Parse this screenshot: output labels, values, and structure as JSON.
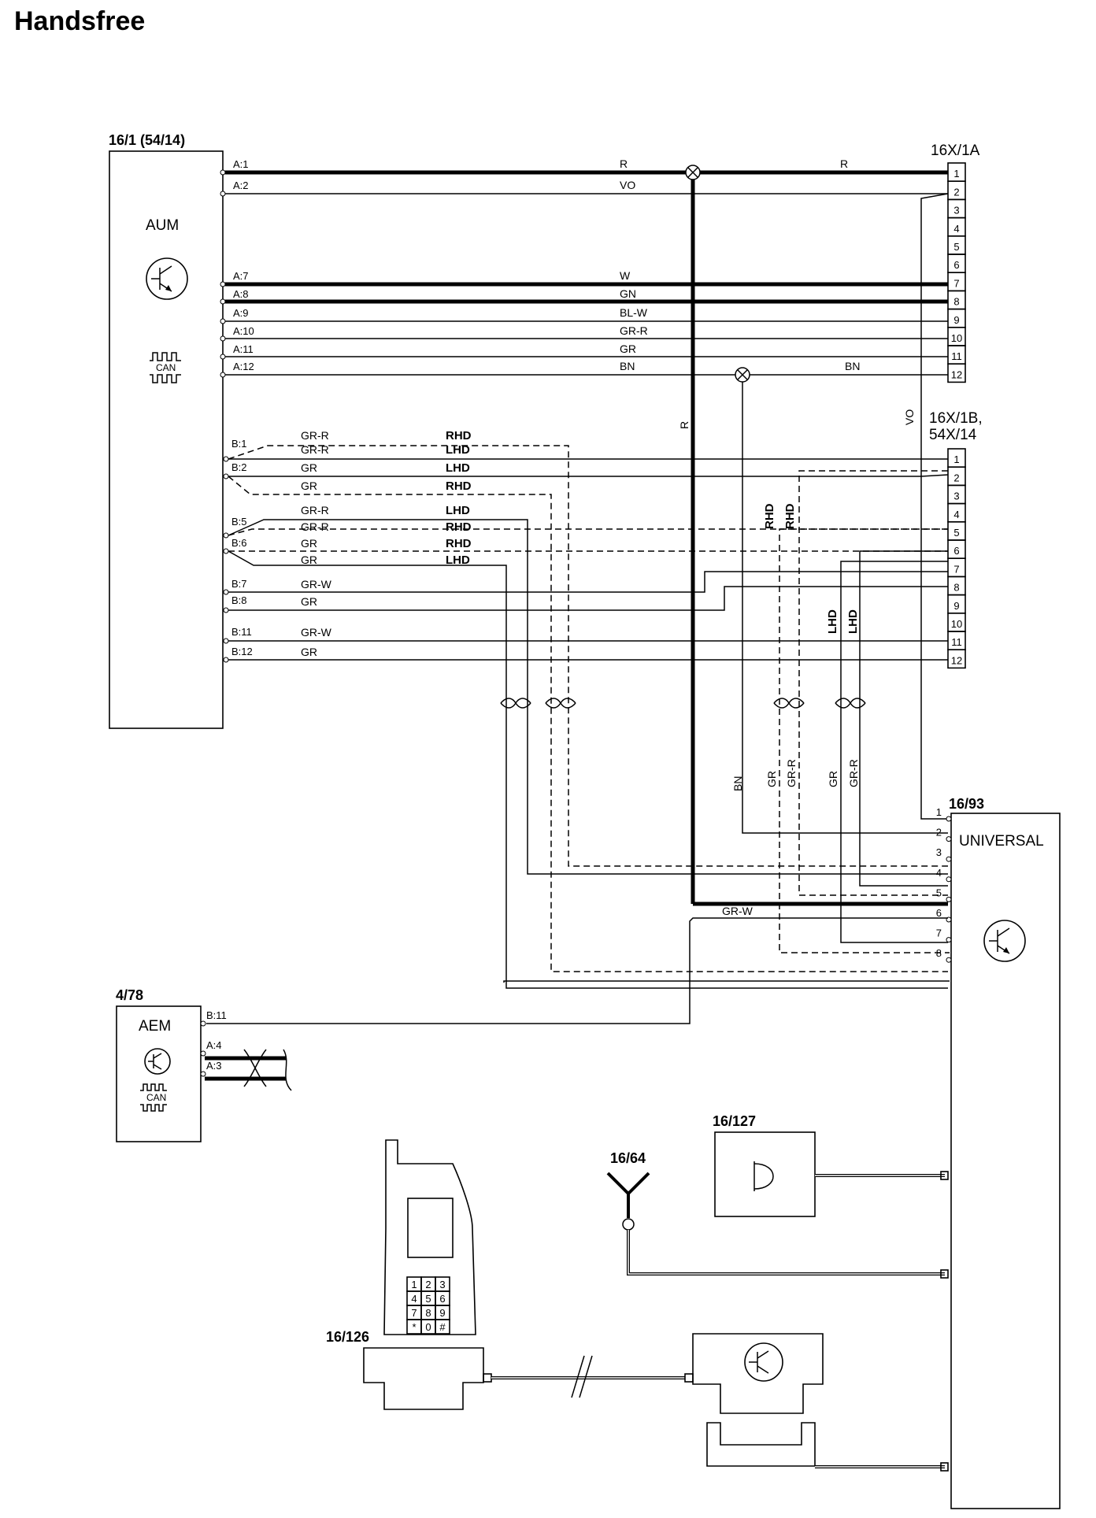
{
  "title": "Handsfree",
  "components": {
    "aum": {
      "id": "16/1 (54/14)",
      "name": "AUM",
      "can": "CAN"
    },
    "c1a": {
      "id": "16X/1A"
    },
    "c1b": {
      "id_line1": "16X/1B,",
      "id_line2": "54X/14"
    },
    "universal": {
      "id": "16/93",
      "name": "UNIVERSAL"
    },
    "aem": {
      "id": "4/78",
      "name": "AEM",
      "can": "CAN"
    },
    "mic": {
      "id": "16/127"
    },
    "antenna": {
      "id": "16/64"
    },
    "phone": {
      "id": "16/126",
      "keys": [
        "1",
        "2",
        "3",
        "4",
        "5",
        "6",
        "7",
        "8",
        "9",
        "*",
        "0",
        "#"
      ]
    }
  },
  "pins_1a": [
    "1",
    "2",
    "3",
    "4",
    "5",
    "6",
    "7",
    "8",
    "9",
    "10",
    "11",
    "12"
  ],
  "pins_1b": [
    "1",
    "2",
    "3",
    "4",
    "5",
    "6",
    "7",
    "8",
    "9",
    "10",
    "11",
    "12"
  ],
  "pins_universal": [
    "1",
    "2",
    "3",
    "4",
    "5",
    "6",
    "7",
    "8"
  ],
  "aum_pins": {
    "a1": "A:1",
    "a2": "A:2",
    "a7": "A:7",
    "a8": "A:8",
    "a9": "A:9",
    "a10": "A:10",
    "a11": "A:11",
    "a12": "A:12",
    "b1": "B:1",
    "b2": "B:2",
    "b5": "B:5",
    "b6": "B:6",
    "b7": "B:7",
    "b8": "B:8",
    "b11": "B:11",
    "b12": "B:12"
  },
  "aem_pins": {
    "b11": "B:11",
    "a4": "A:4",
    "a3": "A:3"
  },
  "wire_colors": {
    "r": "R",
    "vo": "VO",
    "w": "W",
    "gn": "GN",
    "blw": "BL-W",
    "grr": "GR-R",
    "gr": "GR",
    "bn": "BN",
    "grw": "GR-W"
  },
  "variants": {
    "rhd": "RHD",
    "lhd": "LHD"
  }
}
